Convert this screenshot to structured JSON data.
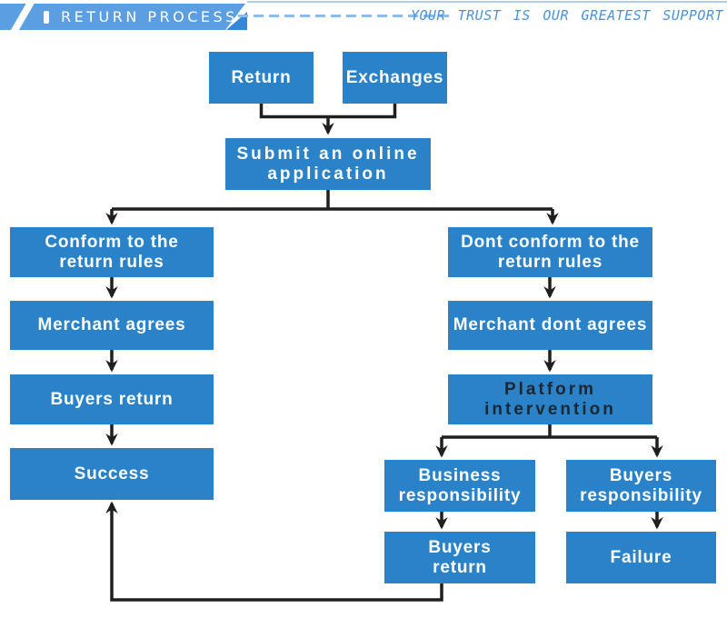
{
  "header": {
    "title": "RETURN PROCESS",
    "title_icon": "vertical-bar-icon",
    "slogan": "YOUR TRUST IS OUR GREATEST SUPPORT",
    "colors": {
      "banner_blue": "#5b9fe2",
      "fold_blue": "#3787d8",
      "dash_blue": "#8cbbec",
      "slogan_blue": "#4b92d8",
      "top_line_blue": "#aacdf1"
    }
  },
  "flowchart": {
    "colors": {
      "box_blue": "#2a82c8",
      "arrow_black": "#1f1f1f",
      "box_text_white": "#ffffff",
      "platform_text_dark": "#1c2731"
    },
    "nodes": {
      "return": {
        "label": "Return"
      },
      "exchanges": {
        "label": "Exchanges"
      },
      "submit": {
        "label": "Submit an online\napplication"
      },
      "conform": {
        "label": "Conform to the\nreturn rules"
      },
      "dont_conform": {
        "label": "Dont conform to the\nreturn rules"
      },
      "merchant_agrees": {
        "label": "Merchant agrees"
      },
      "merchant_dont_agrees": {
        "label": "Merchant dont agrees"
      },
      "buyers_return": {
        "label": "Buyers return"
      },
      "platform": {
        "label": "Platform\nintervention"
      },
      "success": {
        "label": "Success"
      },
      "business_responsibility": {
        "label": "Business\nresponsibility"
      },
      "buyers_responsibility": {
        "label": "Buyers\nresponsibility"
      },
      "buyers_return_2": {
        "label": "Buyers\nreturn"
      },
      "failure": {
        "label": "Failure"
      }
    }
  }
}
